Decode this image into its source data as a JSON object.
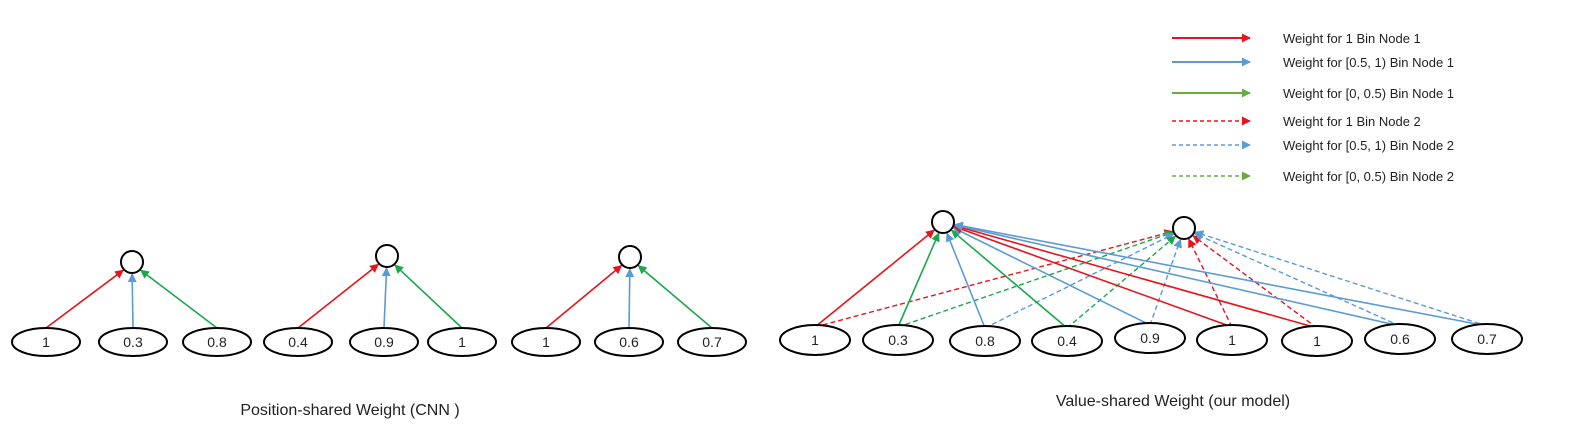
{
  "colors": {
    "red": "#e8131b",
    "blue": "#5b9bd5",
    "green": "#1aa84a",
    "legend_green": "#6aab3e"
  },
  "legend": [
    {
      "label": "Weight for 1 Bin Node 1",
      "color": "red",
      "dashed": false
    },
    {
      "label": "Weight for [0.5, 1) Bin Node 1",
      "color": "blue",
      "dashed": false
    },
    {
      "label": "Weight for [0, 0.5)  Bin Node 1",
      "color": "legend_green",
      "dashed": false
    },
    {
      "label": "Weight for 1  Bin Node 2",
      "color": "red",
      "dashed": true
    },
    {
      "label": "Weight for [0.5, 1) Bin Node 2",
      "color": "blue",
      "dashed": true
    },
    {
      "label": "Weight for [0, 0.5) Bin Node 2",
      "color": "legend_green",
      "dashed": true
    }
  ],
  "cnn": {
    "caption": "Position-shared Weight (CNN )",
    "groups": [
      {
        "inputs": [
          "1",
          "0.3",
          "0.8"
        ]
      },
      {
        "inputs": [
          "0.4",
          "0.9",
          "1"
        ]
      },
      {
        "inputs": [
          "1",
          "0.6",
          "0.7"
        ]
      }
    ],
    "edge_colors": [
      "red",
      "blue",
      "green"
    ]
  },
  "value_shared": {
    "caption": "Value-shared Weight (our model)",
    "inputs": [
      "1",
      "0.3",
      "0.8",
      "0.4",
      "0.9",
      "1",
      "1",
      "0.6",
      "0.7"
    ],
    "bins": [
      "red",
      "green",
      "blue",
      "green",
      "blue",
      "red",
      "red",
      "blue",
      "blue"
    ]
  }
}
